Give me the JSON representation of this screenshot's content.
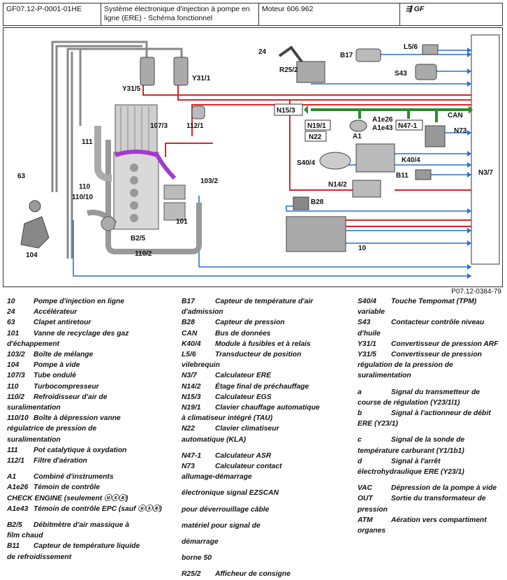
{
  "header": {
    "code": "GF07.12-P-0001-01HE",
    "title": "Système électronique d'injection à pompe en ligne (ERE) - Schéma fonctionnel",
    "engine": "Moteur 606.962",
    "logo": "GF"
  },
  "diagram": {
    "ref": "P07.12-0384-79",
    "labels": {
      "l24": "24",
      "lB17": "B17",
      "lL56": "L5/6",
      "lR252": "R25/2",
      "lS43": "S43",
      "lY315": "Y31/5",
      "lY311": "Y31/1",
      "l1121": "112/1",
      "lN153": "N15/3",
      "lN191": "N19/1",
      "lN22": "N22",
      "lA1e26": "A1e26",
      "lA1e43": "A1e43",
      "lA1": "A1",
      "lN471": "N47-1",
      "lCAN": "CAN",
      "lN73": "N73",
      "l1073": "107/3",
      "l111": "111",
      "l63": "63",
      "lK404": "K40/4",
      "lS404": "S40/4",
      "lB11": "B11",
      "lN37": "N3/7",
      "lN142": "N14/2",
      "l110": "110",
      "l11010": "110/10",
      "l1032": "103/2",
      "l101": "101",
      "lB28": "B28",
      "lB25": "B2/5",
      "l1102": "110/2",
      "l10": "10",
      "l104": "104"
    }
  },
  "legend": {
    "col1": [
      {
        "key": "10",
        "text": "Pompe d'injection en ligne"
      },
      {
        "key": "24",
        "text": "Accélérateur"
      },
      {
        "key": "63",
        "text": "Clapet antiretour"
      },
      {
        "key": "101",
        "text": "Vanne de recyclage des gaz"
      },
      {
        "key": "",
        "text": "d'échappement"
      },
      {
        "key": "103/2",
        "text": "Boîte de mélange"
      },
      {
        "key": "104",
        "text": "Pompe à vide"
      },
      {
        "key": "107/3",
        "text": "Tube ondulé"
      },
      {
        "key": "110",
        "text": "Turbocompresseur"
      },
      {
        "key": "110/2",
        "text": "Refroidisseur d'air de"
      },
      {
        "key": "",
        "text": "suralimentation"
      },
      {
        "key": "110/10",
        "text": "Boîte à dépression vanne"
      },
      {
        "key": "",
        "text": "régulatrice de pression de"
      },
      {
        "key": "",
        "text": "suralimentation"
      },
      {
        "key": "111",
        "text": "Pot catalytique à oxydation"
      },
      {
        "key": "112/1",
        "text": "Filtre d'aération"
      },
      {
        "key": "gap",
        "text": ""
      },
      {
        "key": "A1",
        "text": "Combiné d'instruments"
      },
      {
        "key": "A1e26",
        "text": "Témoin de contrôle"
      },
      {
        "key": "",
        "text": "CHECK ENGINE (seulement ⓤⓢⓐ)"
      },
      {
        "key": "A1e43",
        "text": "Témoin de contrôle EPC (sauf ⓤⓢⓐ)"
      },
      {
        "key": "gap",
        "text": ""
      },
      {
        "key": "B2/5",
        "text": "Débitmètre d'air massique à"
      },
      {
        "key": "",
        "text": "film chaud"
      },
      {
        "key": "B11",
        "text": "Capteur de température liquide"
      },
      {
        "key": "",
        "text": "de refroidissement"
      }
    ],
    "col2": [
      {
        "key": "B17",
        "text": "Capteur de température d'air"
      },
      {
        "key": "",
        "text": "d'admission"
      },
      {
        "key": "B28",
        "text": "Capteur de pression"
      },
      {
        "key": "CAN",
        "text": "Bus de données"
      },
      {
        "key": "K40/4",
        "text": "Module à fusibles et à relais"
      },
      {
        "key": "L5/6",
        "text": "Transducteur de position"
      },
      {
        "key": "",
        "text": "vilebrequin"
      },
      {
        "key": "N3/7",
        "text": "Calculateur ERE"
      },
      {
        "key": "N14/2",
        "text": "Étage final de préchauffage"
      },
      {
        "key": "N15/3",
        "text": "Calculateur EGS"
      },
      {
        "key": "N19/1",
        "text": "Clavier chauffage automatique"
      },
      {
        "key": "",
        "text": "à climatiseur intégré (TAU)"
      },
      {
        "key": "N22",
        "text": "Clavier climatiseur"
      },
      {
        "key": "",
        "text": "automatique (KLA)"
      },
      {
        "key": "gap",
        "text": ""
      },
      {
        "key": "N47-1",
        "text": "Calculateur ASR"
      },
      {
        "key": "N73",
        "text": "Calculateur contact"
      },
      {
        "key": "",
        "text": "allumage-démarrage"
      },
      {
        "key": "gap",
        "text": ""
      },
      {
        "key": "",
        "text": "électronique signal EZSCAN"
      },
      {
        "key": "gap",
        "text": ""
      },
      {
        "key": "",
        "text": "pour déverrouillage câble"
      },
      {
        "key": "gap",
        "text": ""
      },
      {
        "key": "",
        "text": "matériel pour signal de"
      },
      {
        "key": "gap",
        "text": ""
      },
      {
        "key": "",
        "text": "démarrage"
      },
      {
        "key": "gap",
        "text": ""
      },
      {
        "key": "",
        "text": "borne 50"
      },
      {
        "key": "gap",
        "text": ""
      },
      {
        "key": "R25/2",
        "text": "Afficheur de consigne"
      }
    ],
    "col3": [
      {
        "key": "S40/4",
        "text": "Touche Tempomat (TPM)"
      },
      {
        "key": "",
        "text": "variable"
      },
      {
        "key": "S43",
        "text": "Contacteur contrôle niveau"
      },
      {
        "key": "",
        "text": "d'huile"
      },
      {
        "key": "Y31/1",
        "text": "Convertisseur de pression ARF"
      },
      {
        "key": "Y31/5",
        "text": "Convertisseur de pression"
      },
      {
        "key": "",
        "text": "régulation de la pression de"
      },
      {
        "key": "",
        "text": "suralimentation"
      },
      {
        "key": "gap",
        "text": ""
      },
      {
        "key": "a",
        "text": "Signal du transmetteur de"
      },
      {
        "key": "",
        "text": "course de régulation (Y23/1l1)"
      },
      {
        "key": "b",
        "text": "Signal à l'actionneur de débit"
      },
      {
        "key": "",
        "text": "ERE (Y23/1)"
      },
      {
        "key": "gap",
        "text": ""
      },
      {
        "key": "c",
        "text": "Signal de la sonde de"
      },
      {
        "key": "",
        "text": "température carburant (Y1/1b1)"
      },
      {
        "key": "d",
        "text": "Signal à l'arrêt"
      },
      {
        "key": "",
        "text": "électrohydraulique ERE (Y23/1)"
      },
      {
        "key": "gap",
        "text": ""
      },
      {
        "key": "VAC",
        "text": "Dépression de la pompe à vide"
      },
      {
        "key": "OUT",
        "text": "Sortie du transformateur de"
      },
      {
        "key": "",
        "text": "pression"
      },
      {
        "key": "ATM",
        "text": "Aération vers compartiment"
      },
      {
        "key": "",
        "text": "organes"
      }
    ]
  }
}
